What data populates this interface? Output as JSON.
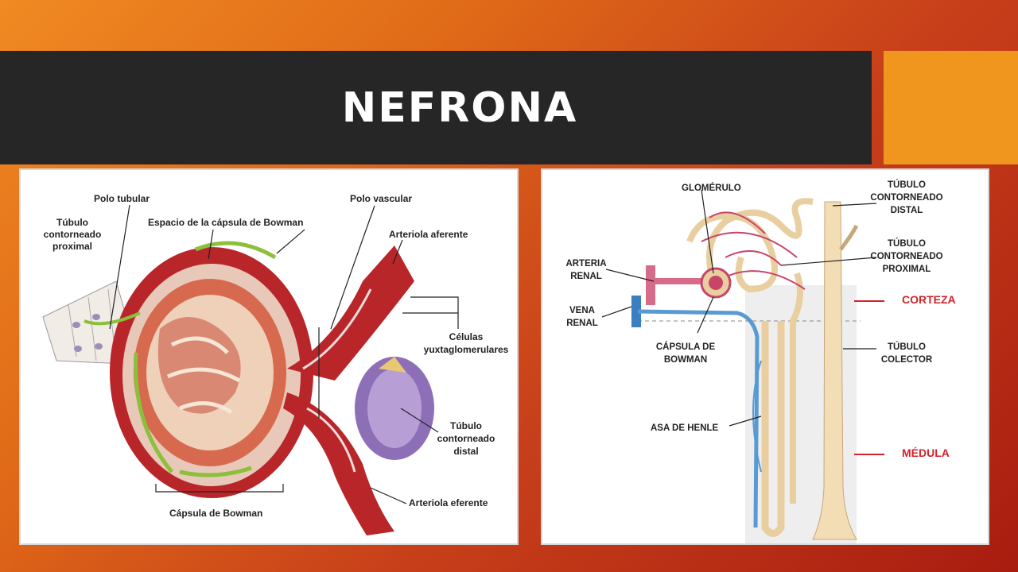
{
  "slide": {
    "title": "NEFRONA",
    "colors": {
      "title_bar": "#262626",
      "accent": "#f0961e",
      "background_from": "#f08a22",
      "background_to": "#a81c10",
      "zone_label": "#d0232a"
    }
  },
  "left_diagram": {
    "labels": {
      "polo_tubular": "Polo tubular",
      "tubulo_proximal": [
        "Túbulo",
        "contorneado",
        "proximal"
      ],
      "espacio_capsula": "Espacio de la cápsula de Bowman",
      "polo_vascular": "Polo vascular",
      "arteriola_aferente": "Arteriola aferente",
      "celulas_yuxta": [
        "Células",
        "yuxtaglomerulares"
      ],
      "tubulo_distal": [
        "Túbulo",
        "contorneado",
        "distal"
      ],
      "arteriola_eferente": "Arteriola eferente",
      "capsula_bowman": "Cápsula de Bowman"
    }
  },
  "right_diagram": {
    "labels": {
      "glomerulo": "GLOMÉRULO",
      "tubulo_distal": [
        "TÚBULO",
        "CONTORNEADO",
        "DISTAL"
      ],
      "tubulo_proximal": [
        "TÚBULO",
        "CONTORNEADO",
        "PROXIMAL"
      ],
      "arteria_renal": [
        "ARTERIA",
        "RENAL"
      ],
      "vena_renal": [
        "VENA",
        "RENAL"
      ],
      "capsula_bowman": [
        "CÁPSULA DE",
        "BOWMAN"
      ],
      "tubulo_colector": [
        "TÚBULO",
        "COLECTOR"
      ],
      "asa_henle": "ASA DE HENLE",
      "corteza": "CORTEZA",
      "medula": "MÉDULA"
    }
  }
}
